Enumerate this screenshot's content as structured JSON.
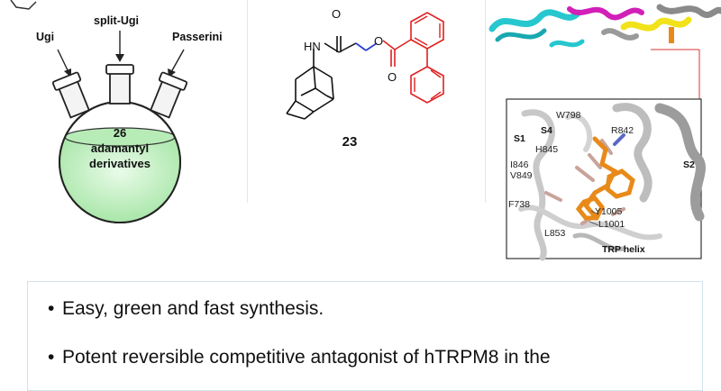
{
  "flask": {
    "neck_labels": [
      "Ugi",
      "split-Ugi",
      "Passerini"
    ],
    "count": "26",
    "line1": "adamantyl",
    "line2": "derivatives"
  },
  "compound": {
    "label": "23",
    "atoms": {
      "o1": "O",
      "o2": "O",
      "o3": "O",
      "hn": "HN"
    }
  },
  "docking": {
    "residues": [
      "W798",
      "S4",
      "R842",
      "S1",
      "H845",
      "I846",
      "V849",
      "S2",
      "F738",
      "Y1005",
      "L1001",
      "L853",
      "TRP helix"
    ]
  },
  "bullets": [
    "Easy, green and fast synthesis.",
    "Potent reversible competitive antagonist of hTRPM8 in the"
  ],
  "colors": {
    "flask_fill": "#c9f2c9",
    "ester_red": "#e02020",
    "ligand_orange": "#e88a1a"
  }
}
